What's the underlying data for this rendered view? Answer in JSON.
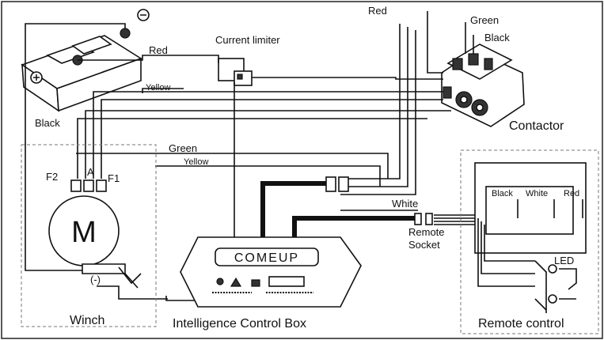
{
  "labels": {
    "red_top": "Red",
    "green_top": "Green",
    "black_top": "Black",
    "current_limiter": "Current limiter",
    "red_battery": "Red",
    "yellow_top": "Yellow",
    "black_left": "Black",
    "green_mid": "Green",
    "yellow_mid": "Yellow",
    "contactor": "Contactor",
    "f2": "F2",
    "a": "A",
    "f1": "F1",
    "motor": "M",
    "minus": "(-)",
    "winch": "Winch",
    "brand": "COMEUP",
    "intelligence_box": "Intelligence  Control  Box",
    "white_wire": "White",
    "remote_socket_1": "Remote",
    "remote_socket_2": "Socket",
    "rc_black": "Black",
    "rc_white": "White",
    "rc_red": "Red",
    "led": "LED",
    "remote_control": "Remote  control",
    "battery_plus": "+",
    "battery_minus": "−"
  }
}
